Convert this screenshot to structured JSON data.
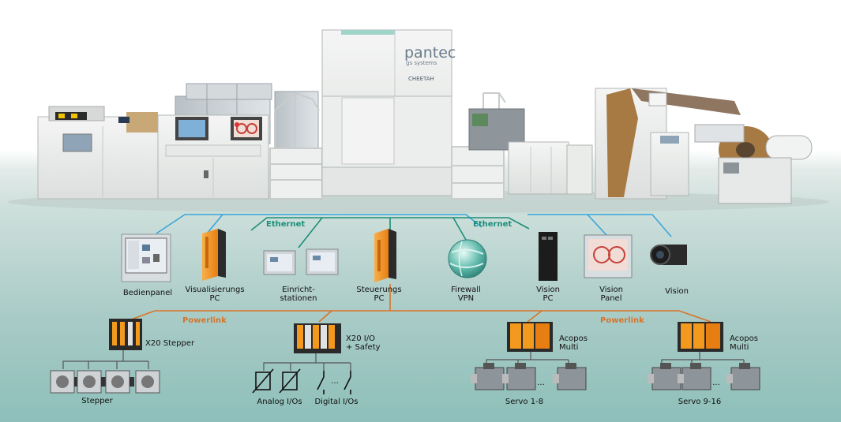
{
  "machine": {
    "brand": "pantec",
    "brand_sub": "gs systems",
    "model": "CHEETAH"
  },
  "networks": {
    "ethernet_left": "Ethernet",
    "ethernet_right": "Ethernet",
    "powerlink_left": "Powerlink",
    "powerlink_right": "Powerlink"
  },
  "devices": {
    "bedienpanel": "Bedienpanel",
    "visualisierungs_pc": "Visualisierungs\nPC",
    "einrichtstationen": "Einricht-\nstationen",
    "steuerungs_pc": "Steuerungs\nPC",
    "firewall_vpn": "Firewall\nVPN",
    "vision_pc": "Vision\nPC",
    "vision_panel": "Vision\nPanel",
    "vision": "Vision",
    "x20_stepper": "X20 Stepper",
    "x20_io": "X20 I/O\n+ Safety",
    "acopos_multi_left": "Acopos\nMulti",
    "acopos_multi_right": "Acopos\nMulti",
    "stepper": "Stepper",
    "analog_ios": "Analog I/Os",
    "digital_ios": "Digital I/Os",
    "servo_1_8": "Servo 1-8",
    "servo_9_16": "Servo 9-16",
    "dots_io": "...",
    "dots_servo_left": "...",
    "dots_servo_right": "..."
  },
  "colors": {
    "ethernet_teal": "#1c8f7a",
    "ethernet_blue": "#39a6d8",
    "powerlink_orange": "#d9742a",
    "device_orange": "#f39a1e",
    "machine_body": "#e9ecea"
  }
}
